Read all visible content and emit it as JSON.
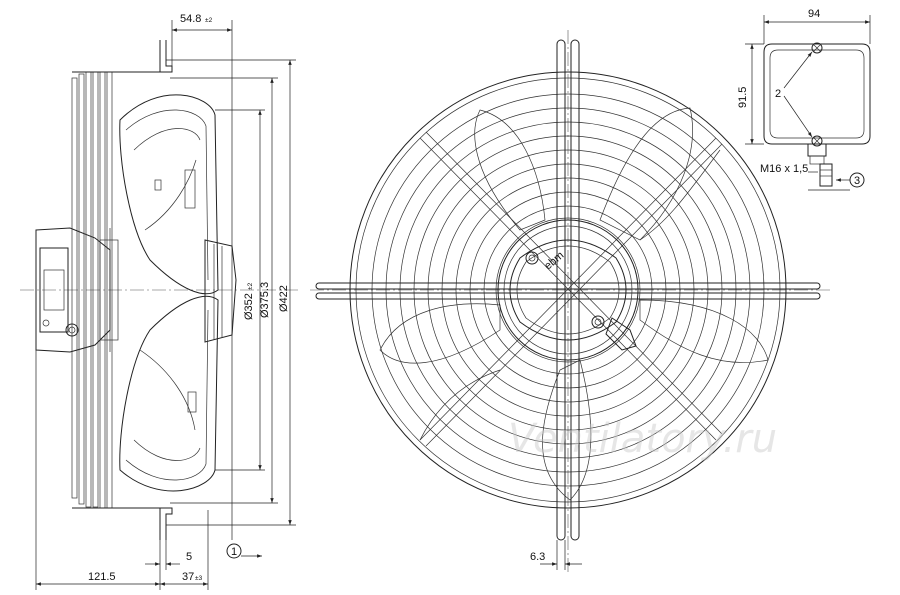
{
  "dimensions": {
    "top_offset": {
      "value": "54.8",
      "tol": "±2"
    },
    "d_352": {
      "value": "Ø352",
      "tol": "±2"
    },
    "d_375": "Ø375.3",
    "d_422": "Ø422",
    "bottom_5": "5",
    "bottom_121": "121.5",
    "bottom_37": {
      "value": "37",
      "tol": "±3"
    },
    "grille_6_3": "6.3",
    "box_width": "94",
    "box_height": "91.5",
    "thread": "M16 x 1,5"
  },
  "callouts": {
    "c1": "1",
    "c2": "2",
    "c3": "3"
  },
  "watermark": "Ventilatory.ru"
}
